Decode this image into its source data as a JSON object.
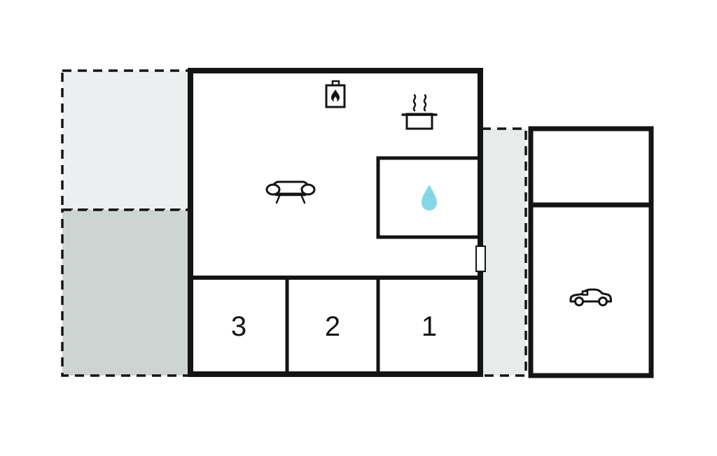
{
  "colors": {
    "background": "#ffffff",
    "wall": "#141414",
    "terrace_upper": "#ebefef",
    "terrace_lower": "#ccd5d2",
    "terrace_right": "#e7eceb",
    "water_drop": "#84d7e8"
  },
  "rooms": [
    {
      "label": "3"
    },
    {
      "label": "2"
    },
    {
      "label": "1"
    }
  ],
  "icons": [
    {
      "name": "fireplace-icon"
    },
    {
      "name": "cooking-pot-icon"
    },
    {
      "name": "sofa-icon"
    },
    {
      "name": "water-drop-icon"
    },
    {
      "name": "car-icon"
    }
  ]
}
